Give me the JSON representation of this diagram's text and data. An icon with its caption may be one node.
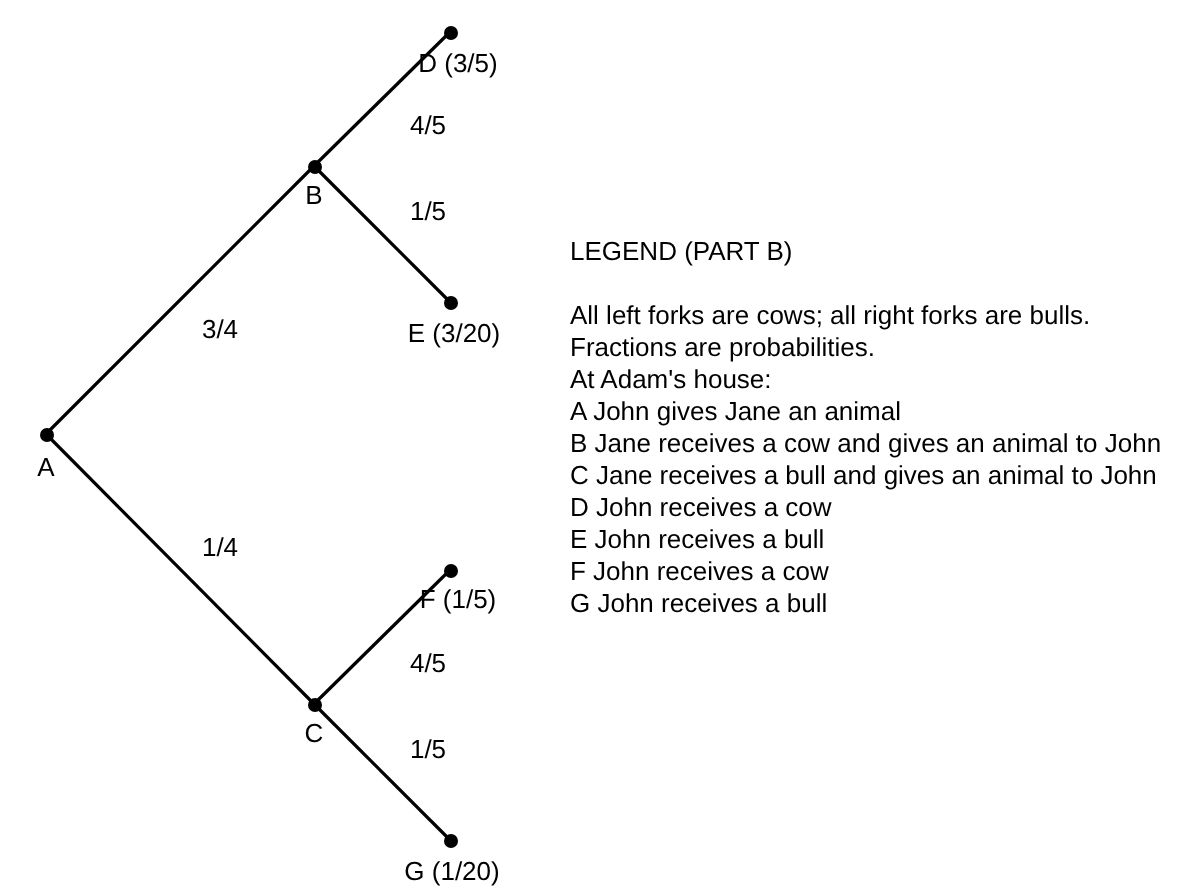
{
  "diagram": {
    "nodes": [
      {
        "text": [
          "A"
        ]
      },
      {
        "text": [
          "B"
        ]
      },
      {
        "text": [
          "C"
        ]
      },
      {
        "text": [
          "D (3/5)"
        ]
      },
      {
        "text": [
          "E (3/20)"
        ]
      },
      {
        "text": [
          "F (1/5)"
        ]
      },
      {
        "text": [
          "G (1/20)"
        ]
      }
    ],
    "edges": [
      {
        "from": 0,
        "to": 1,
        "arrow": "none",
        "label": "3/4"
      },
      {
        "from": 0,
        "to": 2,
        "arrow": "none",
        "label": "1/4"
      },
      {
        "from": 1,
        "to": 3,
        "arrow": "none",
        "label": "4/5"
      },
      {
        "from": 1,
        "to": 4,
        "arrow": "none",
        "label": "1/5"
      },
      {
        "from": 2,
        "to": 5,
        "arrow": "none",
        "label": "4/5"
      },
      {
        "from": 2,
        "to": 6,
        "arrow": "none",
        "label": "1/5"
      }
    ],
    "labels": [
      "LEGEND (PART B)",
      "All left forks are cows; all right forks are bulls.",
      "Fractions are probabilities.",
      "At Adam's house:",
      "A John gives Jane an animal",
      "B Jane receives a cow and gives an animal to John",
      "C Jane receives a bull and gives an animal to John",
      "D John receives a cow",
      "E John receives a bull",
      "F John receives a cow",
      "G John receives a bull"
    ]
  }
}
